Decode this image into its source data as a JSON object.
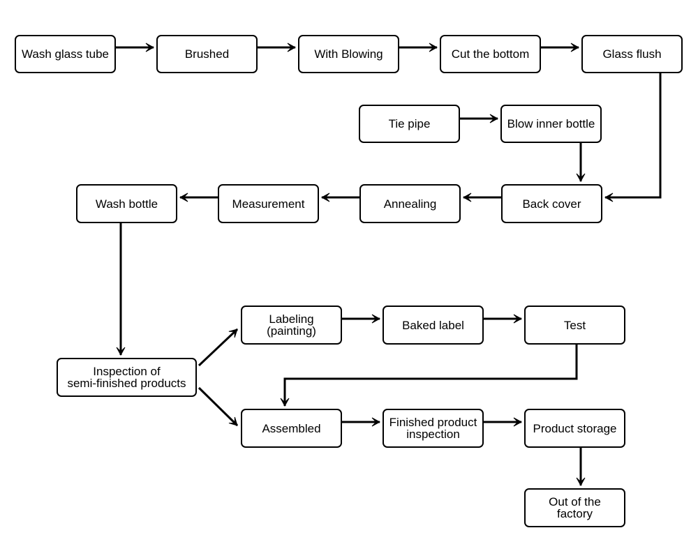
{
  "diagram": {
    "nodes": [
      {
        "id": "wash-glass-tube",
        "label": "Wash glass tube"
      },
      {
        "id": "brushed",
        "label": "Brushed"
      },
      {
        "id": "with-blowing",
        "label": "With Blowing"
      },
      {
        "id": "cut-the-bottom",
        "label": "Cut the bottom"
      },
      {
        "id": "glass-flush",
        "label": "Glass flush"
      },
      {
        "id": "tie-pipe",
        "label": "Tie pipe"
      },
      {
        "id": "blow-inner-bottle",
        "label": "Blow inner bottle"
      },
      {
        "id": "back-cover",
        "label": "Back cover"
      },
      {
        "id": "annealing",
        "label": "Annealing"
      },
      {
        "id": "measurement",
        "label": "Measurement"
      },
      {
        "id": "wash-bottle",
        "label": "Wash bottle"
      },
      {
        "id": "inspection-semi-finished",
        "label": "Inspection of\nsemi-finished products"
      },
      {
        "id": "labeling-painting",
        "label": "Labeling\n(painting)"
      },
      {
        "id": "baked-label",
        "label": "Baked label"
      },
      {
        "id": "test",
        "label": "Test"
      },
      {
        "id": "assembled",
        "label": "Assembled"
      },
      {
        "id": "finished-product-inspection",
        "label": "Finished product\ninspection"
      },
      {
        "id": "product-storage",
        "label": "Product storage"
      },
      {
        "id": "out-of-the-factory",
        "label": "Out of the\nfactory"
      }
    ],
    "edges": [
      {
        "from": "wash-glass-tube",
        "to": "brushed"
      },
      {
        "from": "brushed",
        "to": "with-blowing"
      },
      {
        "from": "with-blowing",
        "to": "cut-the-bottom"
      },
      {
        "from": "cut-the-bottom",
        "to": "glass-flush"
      },
      {
        "from": "glass-flush",
        "to": "back-cover"
      },
      {
        "from": "tie-pipe",
        "to": "blow-inner-bottle"
      },
      {
        "from": "blow-inner-bottle",
        "to": "back-cover"
      },
      {
        "from": "back-cover",
        "to": "annealing"
      },
      {
        "from": "annealing",
        "to": "measurement"
      },
      {
        "from": "measurement",
        "to": "wash-bottle"
      },
      {
        "from": "wash-bottle",
        "to": "inspection-semi-finished"
      },
      {
        "from": "inspection-semi-finished",
        "to": "labeling-painting"
      },
      {
        "from": "inspection-semi-finished",
        "to": "assembled"
      },
      {
        "from": "labeling-painting",
        "to": "baked-label"
      },
      {
        "from": "baked-label",
        "to": "test"
      },
      {
        "from": "test",
        "to": "assembled"
      },
      {
        "from": "assembled",
        "to": "finished-product-inspection"
      },
      {
        "from": "finished-product-inspection",
        "to": "product-storage"
      },
      {
        "from": "product-storage",
        "to": "out-of-the-factory"
      }
    ]
  }
}
